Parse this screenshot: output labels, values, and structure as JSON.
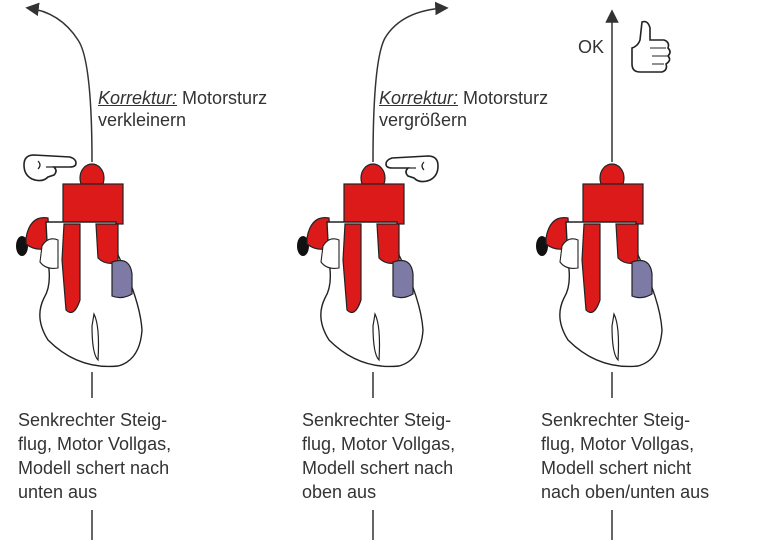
{
  "colors": {
    "line": "#333333",
    "red": "#dd1a1a",
    "purple": "#7e7aa6",
    "outline": "#222222",
    "white": "#ffffff"
  },
  "icons": {
    "hand_left_panel": "pointing-hand-icon",
    "hand_middle_panel": "pointing-hand-icon",
    "hand_right_panel": "thumbs-up-icon"
  },
  "panels": [
    {
      "id": "left",
      "correction_title": "Korrektur:",
      "correction_line1": "Motorsturz",
      "correction_line2": "verkleinern",
      "description": [
        "Senkrechter Steig-",
        "flug, Motor Vollgas,",
        "Modell schert nach",
        "unten aus"
      ]
    },
    {
      "id": "middle",
      "correction_title": "Korrektur:",
      "correction_line1": "Motorsturz",
      "correction_line2": "vergrößern",
      "description": [
        "Senkrechter Steig-",
        "flug, Motor Vollgas,",
        "Modell schert nach",
        "oben aus"
      ]
    },
    {
      "id": "right",
      "ok_label": "OK",
      "description": [
        "Senkrechter Steig-",
        "flug, Motor Vollgas,",
        "Modell schert nicht",
        "nach oben/unten aus"
      ]
    }
  ]
}
